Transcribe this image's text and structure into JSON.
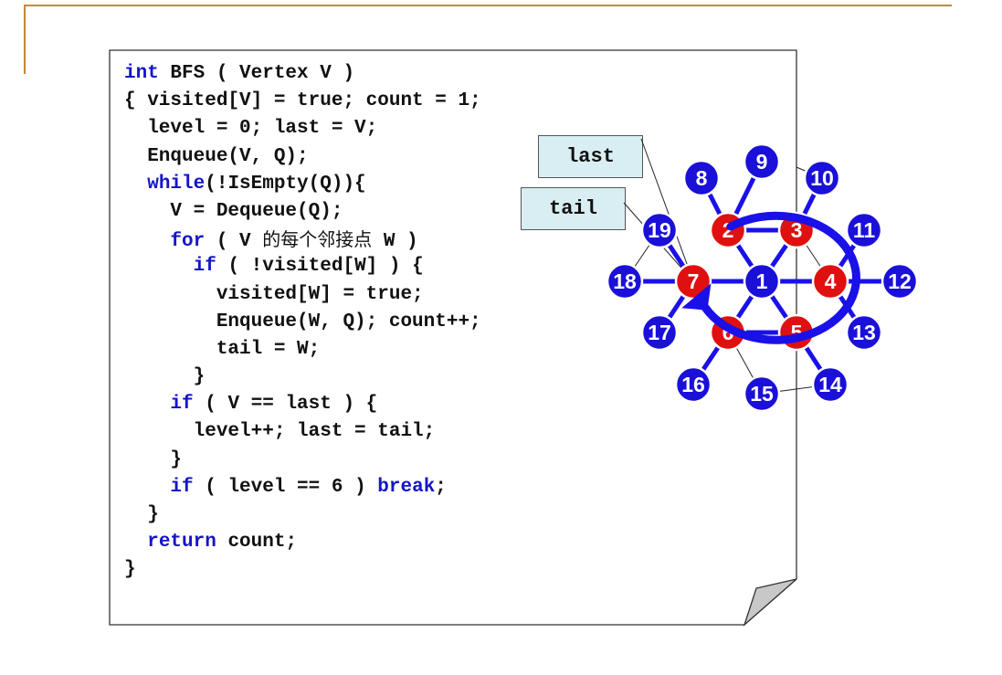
{
  "code_lines": [
    [
      {
        "t": "int",
        "k": 1
      },
      {
        "t": " BFS ( Vertex V )"
      }
    ],
    [
      {
        "t": "{ visited[V] = true; count = 1;"
      }
    ],
    [
      {
        "t": "  level = 0; last = V;"
      }
    ],
    [
      {
        "t": "  Enqueue(V, Q);"
      }
    ],
    [
      {
        "t": "  "
      },
      {
        "t": "while",
        "k": 1
      },
      {
        "t": "(!IsEmpty(Q)){"
      }
    ],
    [
      {
        "t": "    V = Dequeue(Q);"
      }
    ],
    [
      {
        "t": "    "
      },
      {
        "t": "for",
        "k": 1
      },
      {
        "t": " ( V "
      },
      {
        "t": "的每个邻接点",
        "c": 1
      },
      {
        "t": " W )"
      }
    ],
    [
      {
        "t": "      "
      },
      {
        "t": "if",
        "k": 1
      },
      {
        "t": " ( !visited[W] ) {"
      }
    ],
    [
      {
        "t": "        visited[W] = true;"
      }
    ],
    [
      {
        "t": "        Enqueue(W, Q); count++;"
      }
    ],
    [
      {
        "t": "        tail = W;"
      }
    ],
    [
      {
        "t": "      }"
      }
    ],
    [
      {
        "t": "    "
      },
      {
        "t": "if",
        "k": 1
      },
      {
        "t": " ( V == last ) {"
      }
    ],
    [
      {
        "t": "      level++; last = tail;"
      }
    ],
    [
      {
        "t": "    }"
      }
    ],
    [
      {
        "t": "    "
      },
      {
        "t": "if",
        "k": 1
      },
      {
        "t": " ( level == 6 ) "
      },
      {
        "t": "break",
        "k": 1
      },
      {
        "t": ";"
      }
    ],
    [
      {
        "t": "  }"
      }
    ],
    [
      {
        "t": "  "
      },
      {
        "t": "return",
        "k": 1
      },
      {
        "t": " count;"
      }
    ],
    [
      {
        "t": "}"
      }
    ]
  ],
  "labels": {
    "last": "last",
    "tail": "tail"
  },
  "graph": {
    "nodes": [
      {
        "id": "1",
        "color": "blue"
      },
      {
        "id": "2",
        "color": "red"
      },
      {
        "id": "3",
        "color": "red"
      },
      {
        "id": "4",
        "color": "red"
      },
      {
        "id": "5",
        "color": "red"
      },
      {
        "id": "6",
        "color": "red"
      },
      {
        "id": "7",
        "color": "red"
      },
      {
        "id": "8",
        "color": "blue"
      },
      {
        "id": "9",
        "color": "blue"
      },
      {
        "id": "10",
        "color": "blue"
      },
      {
        "id": "11",
        "color": "blue"
      },
      {
        "id": "12",
        "color": "blue"
      },
      {
        "id": "13",
        "color": "blue"
      },
      {
        "id": "14",
        "color": "blue"
      },
      {
        "id": "15",
        "color": "blue"
      },
      {
        "id": "16",
        "color": "blue"
      },
      {
        "id": "17",
        "color": "blue"
      },
      {
        "id": "18",
        "color": "blue"
      },
      {
        "id": "19",
        "color": "blue"
      }
    ]
  },
  "colors": {
    "code_keyword": "#1515c8",
    "node_blue": "#1a10d8",
    "node_red": "#e01010",
    "edge": "#1a10e8",
    "frame": "#c8863a",
    "label_bg": "#d8eef2"
  }
}
